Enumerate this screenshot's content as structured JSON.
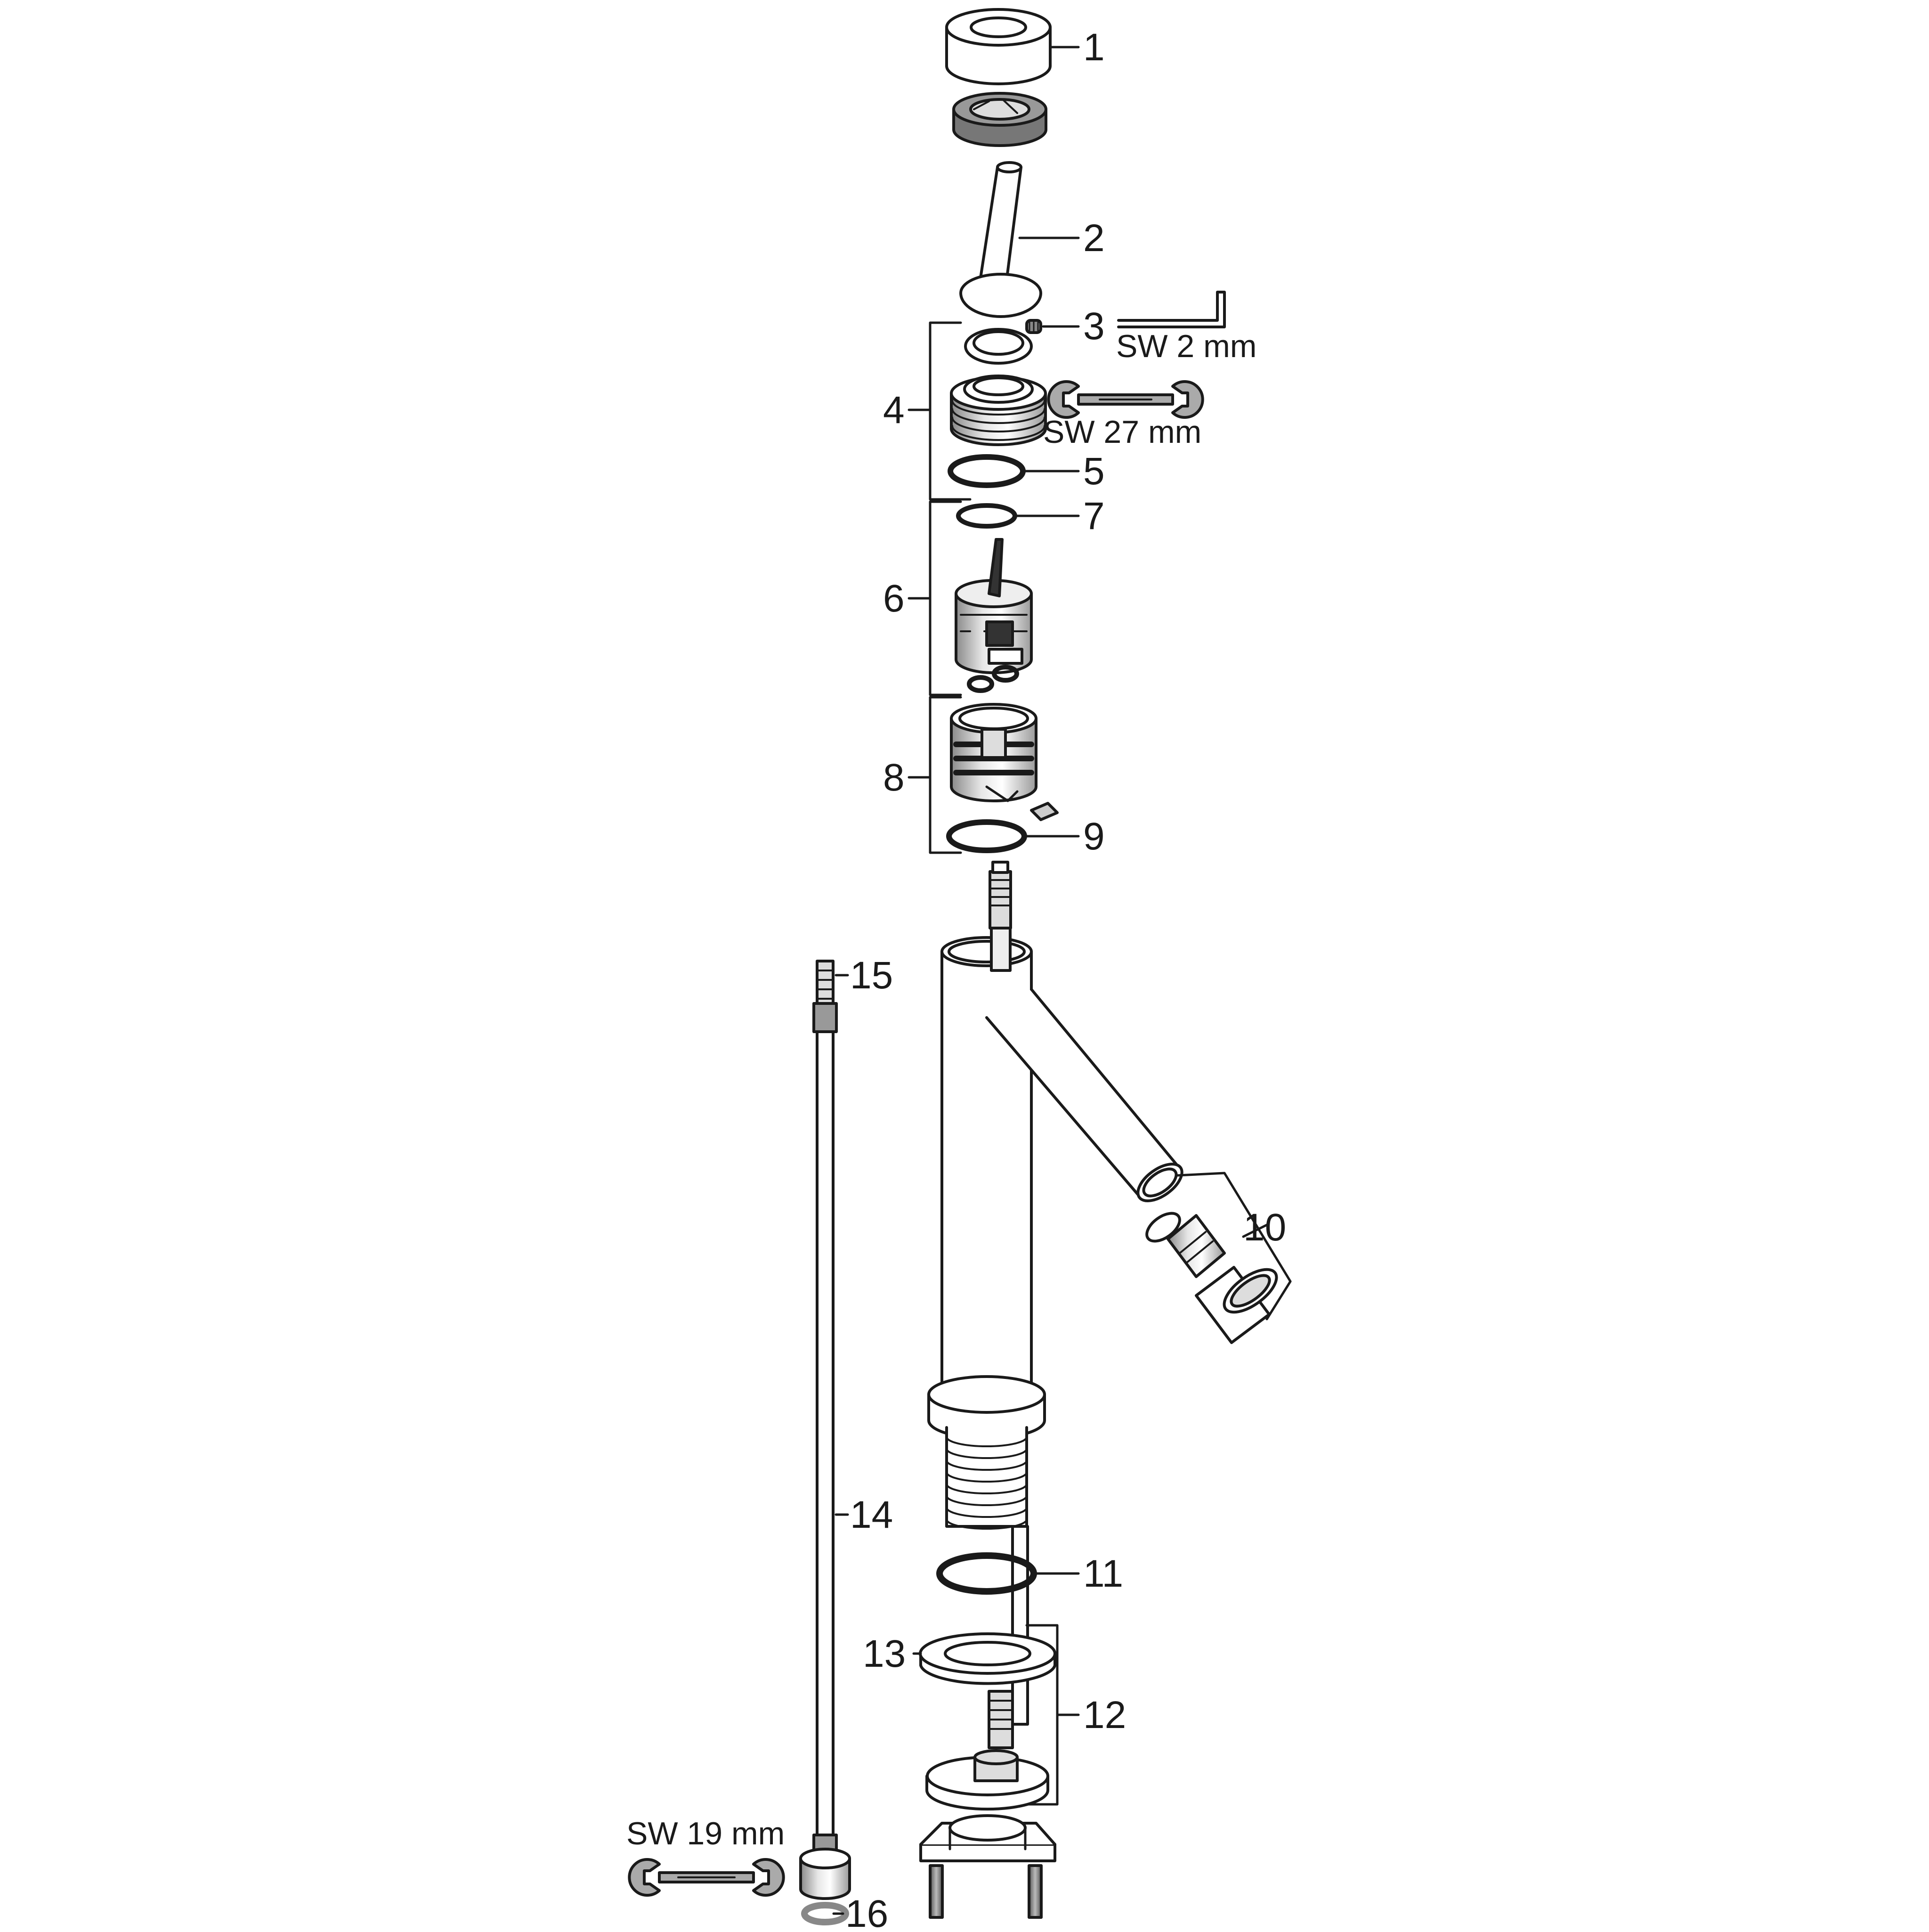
{
  "callouts": {
    "c1": "1",
    "c2": "2",
    "c3": "3",
    "c4": "4",
    "c5": "5",
    "c6": "6",
    "c7": "7",
    "c8": "8",
    "c9": "9",
    "c10": "10",
    "c11": "11",
    "c12": "12",
    "c13": "13",
    "c14": "14",
    "c15": "15",
    "c16": "16"
  },
  "tools": {
    "hex_key": "SW 2 mm",
    "wrench_27": "SW 27 mm",
    "wrench_19": "SW 19 mm"
  }
}
